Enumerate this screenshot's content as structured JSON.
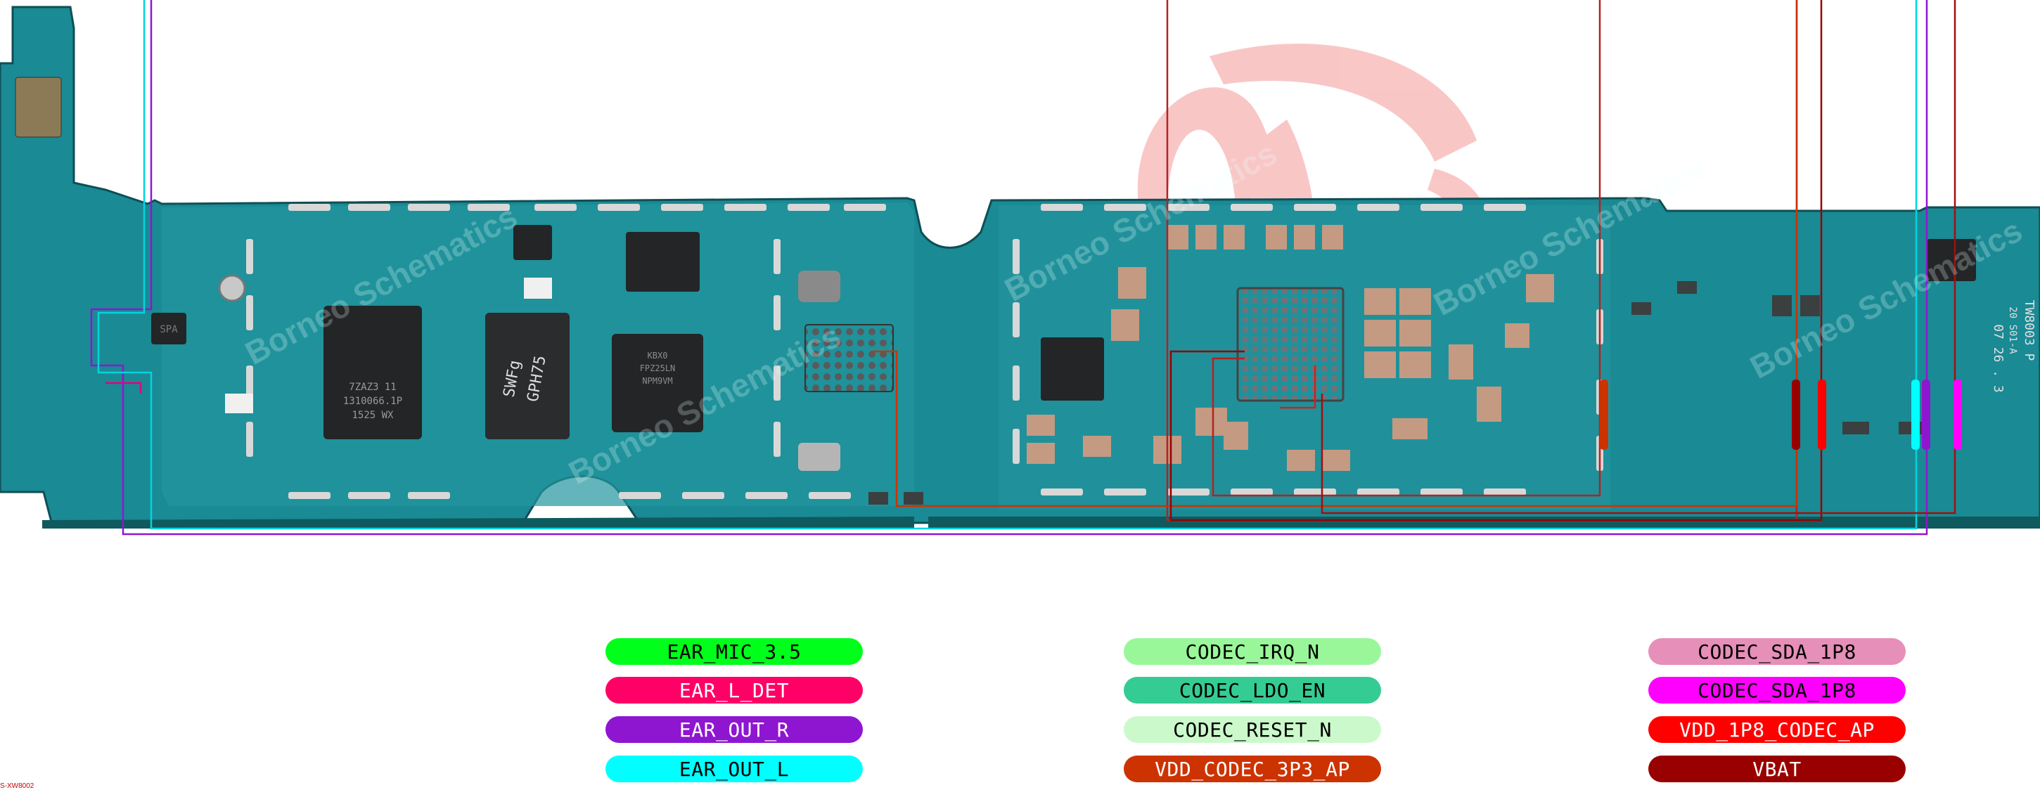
{
  "board": {
    "watermark_text": "Borneo Schematics",
    "ic_markings": {
      "u1": [
        "7ZAZ3 11",
        "1310066.1P",
        "1525 WX"
      ],
      "u2": [
        "SWFg",
        "GPH75"
      ],
      "u3": [
        "KBX0",
        "FPZ25LN",
        "NPM9VM"
      ],
      "u4": [
        "SPA"
      ],
      "right_text": [
        "TW8003 P",
        "20 S01-A",
        "07 26 . 3"
      ]
    }
  },
  "legend": [
    {
      "label": "EAR_MIC_3.5",
      "color": "#00ff1a",
      "text_color": "#000000"
    },
    {
      "label": "EAR_L_DET",
      "color": "#ff0066",
      "text_color": "#ffffff"
    },
    {
      "label": "EAR_OUT_R",
      "color": "#8f16d1",
      "text_color": "#ffffff"
    },
    {
      "label": "EAR_OUT_L",
      "color": "#00ffff",
      "text_color": "#000000"
    },
    {
      "label": "CODEC_IRQ_N",
      "color": "#99f799",
      "text_color": "#000000"
    },
    {
      "label": "CODEC_LDO_EN",
      "color": "#35cc94",
      "text_color": "#000000"
    },
    {
      "label": "CODEC_RESET_N",
      "color": "#ccf9cc",
      "text_color": "#000000"
    },
    {
      "label": "VDD_CODEC_3P3_AP",
      "color": "#cc3300",
      "text_color": "#ffffff"
    },
    {
      "label": "CODEC_SDA_1P8",
      "color": "#e68fb8",
      "text_color": "#000000"
    },
    {
      "label": "CODEC_SDA_1P8",
      "color": "#ff00ff",
      "text_color": "#000000"
    },
    {
      "label": "VDD_1P8_CODEC_AP",
      "color": "#ff0000",
      "text_color": "#ffffff"
    },
    {
      "label": "VBAT",
      "color": "#990000",
      "text_color": "#ffffff"
    }
  ],
  "corner_note": "S-XW8002"
}
